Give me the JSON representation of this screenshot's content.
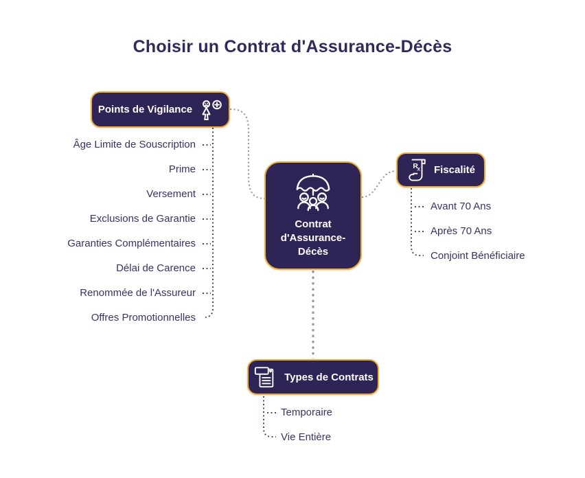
{
  "title": "Choisir un Contrat d'Assurance-Décès",
  "center": {
    "label": "Contrat d'Assurance-Décès",
    "icon": "family-umbrella-icon"
  },
  "branches": {
    "vigilance": {
      "label": "Points de Vigilance",
      "icon": "person-alert-icon",
      "items": [
        "Âge Limite de Souscription",
        "Prime",
        "Versement",
        "Exclusions de Garantie",
        "Garanties Complémentaires",
        "Délai de Carence",
        "Renommée de l'Assureur",
        "Offres Promotionnelles"
      ]
    },
    "fiscalite": {
      "label": "Fiscalité",
      "icon": "prescription-scroll-icon",
      "items": [
        "Avant 70 Ans",
        "Après 70 Ans",
        "Conjoint Bénéficiaire"
      ]
    },
    "types": {
      "label": "Types de Contrats",
      "icon": "contract-document-icon",
      "items": [
        "Temporaire",
        "Vie Entière"
      ]
    }
  },
  "colors": {
    "node_fill": "#2F2456",
    "node_border": "#F0AF33",
    "node_text": "#FFFFFF",
    "title_text": "#33295B",
    "item_text": "#3A3168",
    "connector_dark": "#4A4573",
    "connector_light": "#8E8EA8",
    "connector_center": "#9297AD",
    "background": "#FFFFFF"
  }
}
